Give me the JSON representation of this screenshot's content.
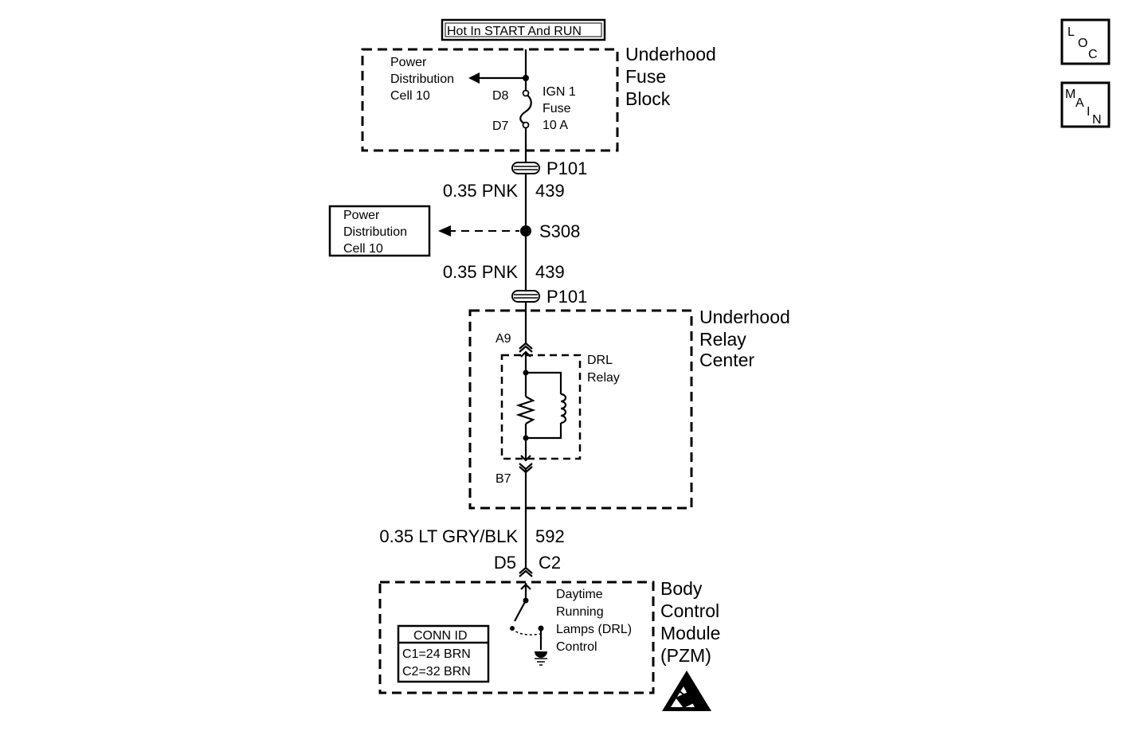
{
  "supply_label": "Hot In START And RUN",
  "fuse_block": {
    "name_lines": [
      "Underhood",
      "Fuse",
      "Block"
    ],
    "branch_lines": [
      "Power",
      "Distribution",
      "Cell 10"
    ],
    "fuse_lines": [
      "IGN 1",
      "Fuse",
      "10 A"
    ],
    "pin_top": "D8",
    "pin_bottom": "D7"
  },
  "connector_top": "P101",
  "wire1": {
    "gauge_color": "0.35 PNK",
    "circuit": "439"
  },
  "splice": "S308",
  "side_box_lines": [
    "Power",
    "Distribution",
    "Cell 10"
  ],
  "wire2": {
    "gauge_color": "0.35 PNK",
    "circuit": "439"
  },
  "connector_bottom": "P101",
  "relay_center": {
    "name_lines": [
      "Underhood",
      "Relay",
      "Center"
    ],
    "pin_in": "A9",
    "pin_out": "B7",
    "relay_lines": [
      "DRL",
      "Relay"
    ]
  },
  "wire3": {
    "gauge_color": "0.35 LT GRY/BLK",
    "circuit": "592"
  },
  "bcm_pins": {
    "left": "D5",
    "right": "C2"
  },
  "bcm": {
    "name_lines": [
      "Body",
      "Control",
      "Module",
      "(PZM)"
    ],
    "control_lines": [
      "Daytime",
      "Running",
      "Lamps (DRL)",
      "Control"
    ],
    "conn_id": {
      "title": "CONN ID",
      "rows": [
        "C1=24 BRN",
        "C2=32 BRN"
      ]
    }
  },
  "nav": {
    "loc_letters": [
      "L",
      "O",
      "C"
    ],
    "main_letters": [
      "M",
      "A",
      "I",
      "N"
    ]
  }
}
